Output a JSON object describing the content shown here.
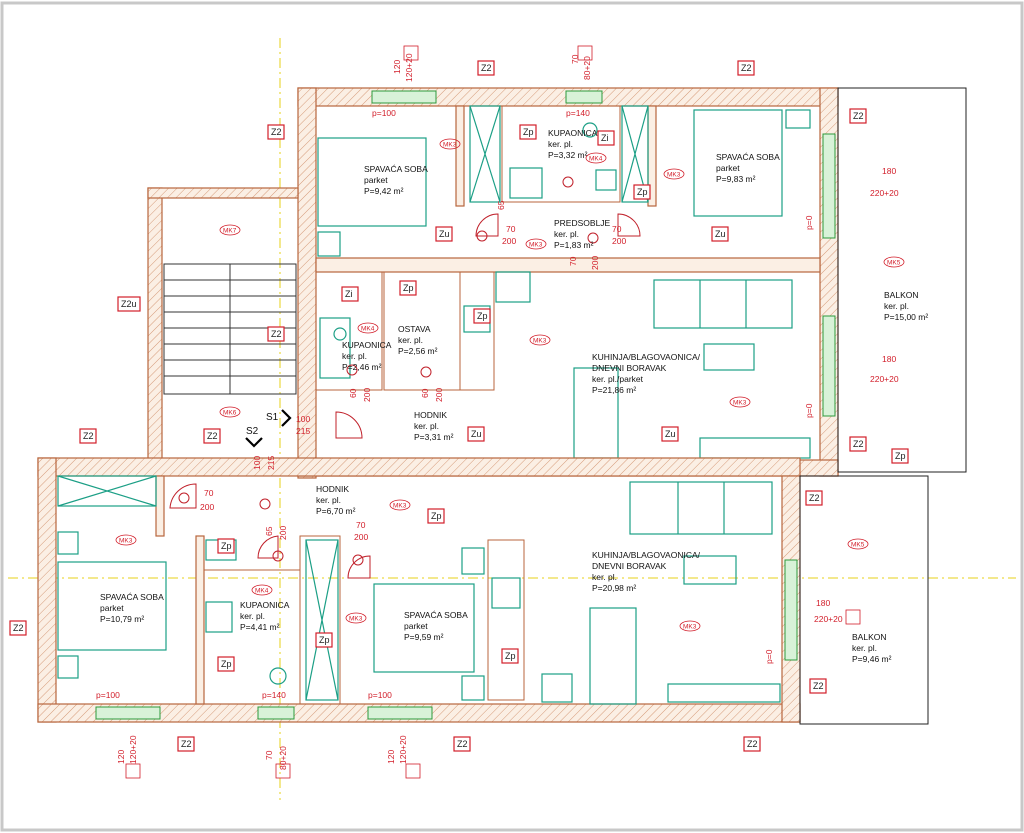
{
  "plan": {
    "rooms": [
      {
        "id": "sp1",
        "name": "SPAVAĆA SOBA",
        "floor": "parket",
        "area": "P=9,42 m²"
      },
      {
        "id": "kup1",
        "name": "KUPAONICA",
        "floor": "ker. pl.",
        "area": "P=3,32 m²"
      },
      {
        "id": "sp2",
        "name": "SPAVAĆA SOBA",
        "floor": "parket",
        "area": "P=9,83 m²"
      },
      {
        "id": "pred",
        "name": "PREDSOBLJE",
        "floor": "ker. pl.",
        "area": "P=1,83 m²"
      },
      {
        "id": "kup2",
        "name": "KUPAONICA",
        "floor": "ker. pl.",
        "area": "P=2,46 m²"
      },
      {
        "id": "ost",
        "name": "OSTAVA",
        "floor": "ker. pl.",
        "area": "P=2,56 m²"
      },
      {
        "id": "hod1",
        "name": "HODNIK",
        "floor": "ker. pl.",
        "area": "P=3,31 m²"
      },
      {
        "id": "kuh1",
        "name": "KUHINJA/BLAGOVAONICA/",
        "name2": "DNEVNI BORAVAK",
        "floor": "ker. pl./parket",
        "area": "P=21,86 m²"
      },
      {
        "id": "bal1",
        "name": "BALKON",
        "floor": "ker. pl.",
        "area": "P=15,00 m²"
      },
      {
        "id": "hod2",
        "name": "HODNIK",
        "floor": "ker. pl.",
        "area": "P=6,70 m²"
      },
      {
        "id": "sp3",
        "name": "SPAVAĆA SOBA",
        "floor": "parket",
        "area": "P=10,79 m²"
      },
      {
        "id": "kup3",
        "name": "KUPAONICA",
        "floor": "ker. pl.",
        "area": "P=4,41 m²"
      },
      {
        "id": "sp4",
        "name": "SPAVAĆA SOBA",
        "floor": "parket",
        "area": "P=9,59 m²"
      },
      {
        "id": "kuh2",
        "name": "KUHINJA/BLAGOVAONICA/",
        "name2": "DNEVNI BORAVAK",
        "floor": "ker. pl.",
        "area": "P=20,98 m²"
      },
      {
        "id": "bal2",
        "name": "BALKON",
        "floor": "ker. pl.",
        "area": "P=9,46 m²"
      }
    ],
    "tags": {
      "z2": "Z2",
      "zp": "Zp",
      "zu": "Zu",
      "zi": "Zi",
      "z2u": "Z2u"
    },
    "mk": {
      "mk3": "MK3",
      "mk4": "MK4",
      "mk5": "MK5",
      "mk6": "MK6",
      "mk7": "MK7"
    },
    "dims": {
      "w120": "120",
      "w120_20": "120+20",
      "w70": "70",
      "w80_20": "80+20",
      "p100": "p=100",
      "p140": "p=140",
      "d70": "70",
      "d200": "200",
      "d60": "60",
      "d65": "65",
      "d100": "100",
      "d215": "215",
      "w180": "180",
      "w220_20": "220+20",
      "p0": "p=0"
    },
    "sections": {
      "s1": "S1",
      "s2": "S2"
    }
  },
  "colors": {
    "wall": "#b8663d",
    "furniture": "#1c9f86",
    "tag": "#d21e2a",
    "window": "#2c9a3c",
    "axis": "#e7d21a"
  }
}
